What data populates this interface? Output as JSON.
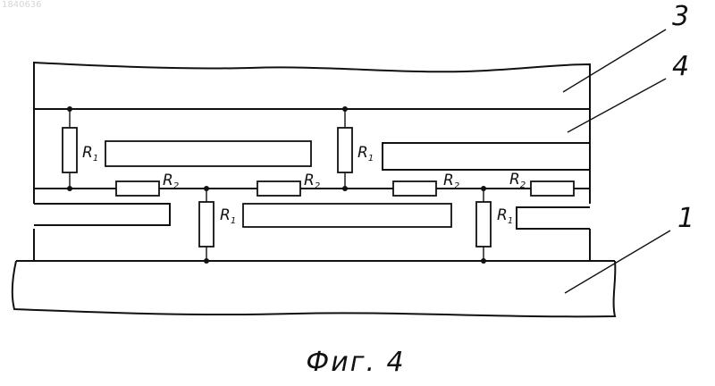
{
  "document_id": "1840636",
  "caption": "Фиг. 4",
  "reference_numerals": {
    "layer_top": "3",
    "layer_middle": "4",
    "substrate": "1"
  },
  "resistors": {
    "r1": {
      "base": "R",
      "sub": "1"
    },
    "r2": {
      "base": "R",
      "sub": "2"
    }
  }
}
